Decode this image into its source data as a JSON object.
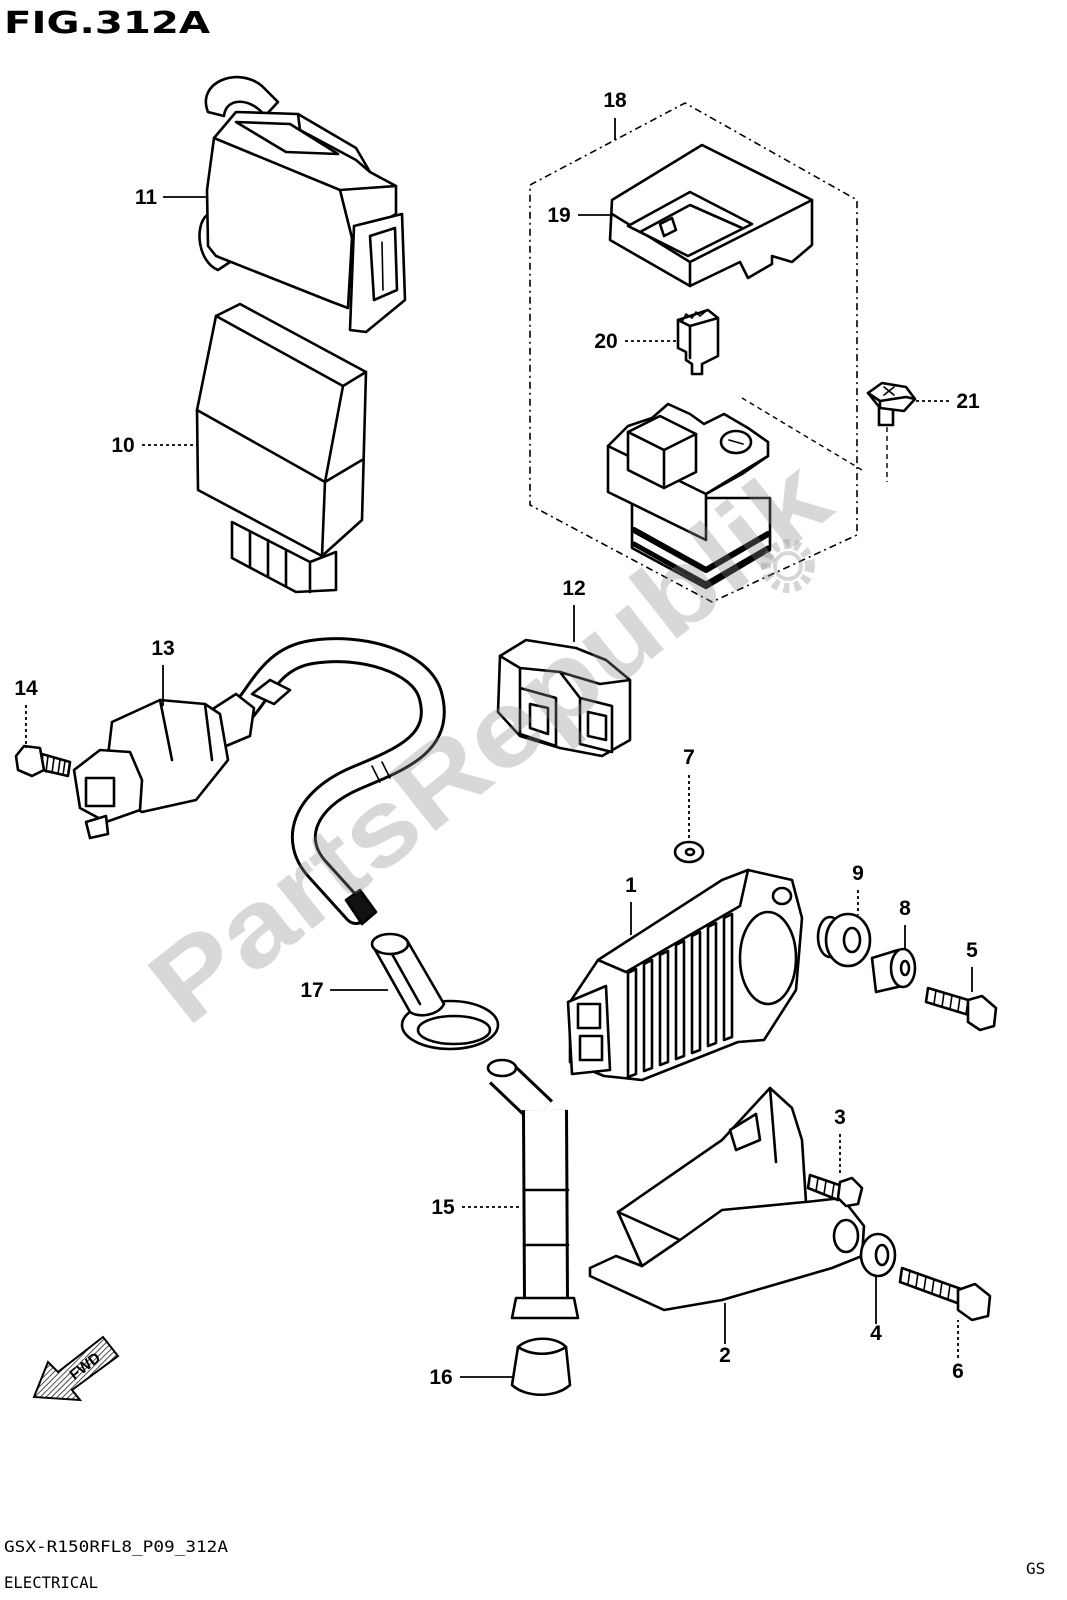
{
  "figure": {
    "title": "FIG.312A",
    "drawing_code": "GSX-R150RFL8_P09_312A",
    "section": "ELECTRICAL",
    "corner_tag": "GS"
  },
  "callouts": [
    "1",
    "2",
    "3",
    "4",
    "5",
    "6",
    "7",
    "8",
    "9",
    "10",
    "11",
    "12",
    "13",
    "14",
    "15",
    "16",
    "17",
    "18",
    "19",
    "20",
    "21"
  ],
  "fwd_label": "FWD",
  "watermark": {
    "text": "PartsRepublik",
    "icon": "gear-icon"
  },
  "icons": {
    "direction": "fwd-arrow-icon"
  },
  "colors": {
    "line": "#000000",
    "background": "#ffffff",
    "watermark": "#d4d4d4"
  }
}
